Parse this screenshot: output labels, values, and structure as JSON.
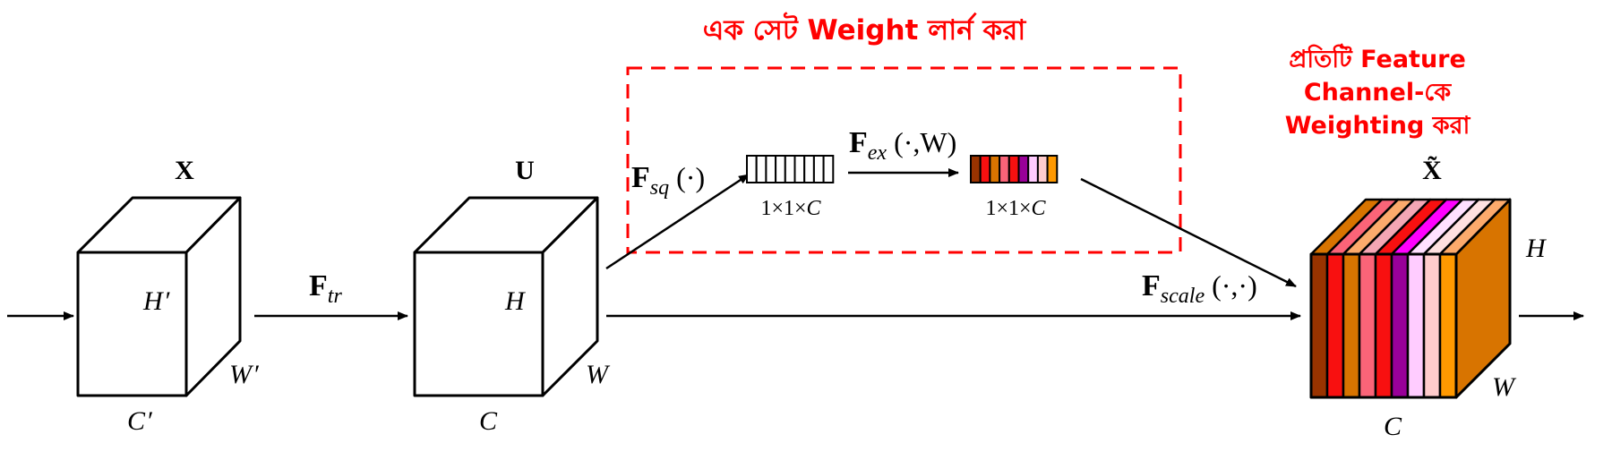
{
  "annotations": {
    "learn_weights": "এক সেট Weight লার্ন করা",
    "channel_weighting": [
      "প্রতিটি Feature",
      "Channel-কে",
      "Weighting করা"
    ],
    "annotation_color": "#ff0000"
  },
  "tensors": {
    "input": {
      "label": "X",
      "height": "H",
      "width": "W",
      "channels": "C",
      "prime": "′"
    },
    "transformed": {
      "label": "U",
      "height": "H",
      "width": "W",
      "channels": "C"
    },
    "output": {
      "label": "X̃",
      "height": "H",
      "width": "W",
      "channels": "C"
    }
  },
  "operations": {
    "transform": {
      "symbol": "F",
      "subscript": "tr"
    },
    "squeeze": {
      "symbol": "F",
      "subscript": "sq",
      "args": "(·)"
    },
    "excitation": {
      "symbol": "F",
      "subscript": "ex",
      "args": "(·,W)"
    },
    "scale": {
      "symbol": "F",
      "subscript": "scale",
      "args": "(·,·)"
    }
  },
  "vectors": {
    "squeezed": {
      "dims": "1×1×",
      "dim_var": "C",
      "cells": 9
    },
    "excited": {
      "dims": "1×1×",
      "dim_var": "C",
      "colors": [
        "#993300",
        "#f81010",
        "#d87400",
        "#fa6478",
        "#f81010",
        "#990099",
        "#ffccff",
        "#ffcccc",
        "#ff9900"
      ]
    }
  },
  "output_cube": {
    "front_colors": [
      "#993300",
      "#f81010",
      "#d87400",
      "#fa6478",
      "#f81010",
      "#990099",
      "#ffccff",
      "#ffcccc",
      "#ff9900"
    ],
    "top_colors": [
      "#d87400",
      "#fa6478",
      "#fcaa6c",
      "#f4a6b4",
      "#f81010",
      "#ff00ff",
      "#ffe0ff",
      "#ffe0e0",
      "#fcaa6c"
    ],
    "side_color": "#d87400"
  }
}
